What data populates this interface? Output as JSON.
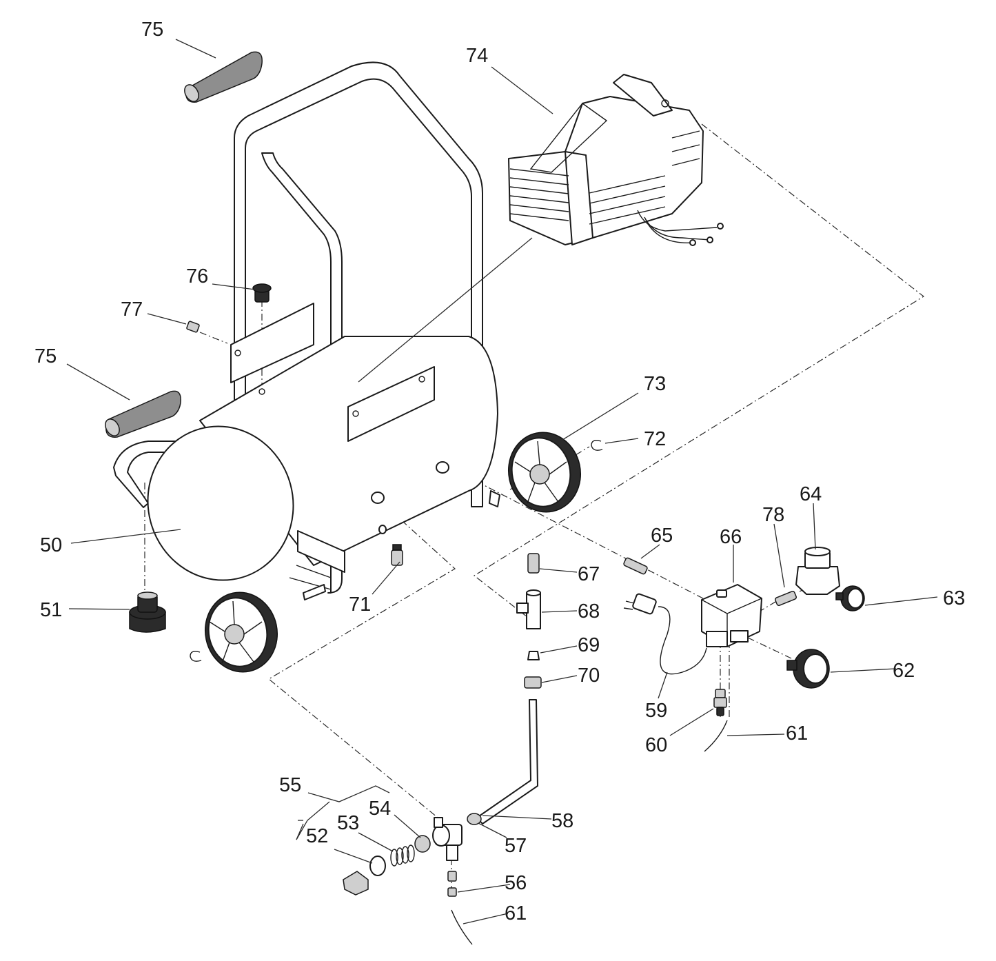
{
  "diagram": {
    "callouts": [
      {
        "id": "75a",
        "text": "75"
      },
      {
        "id": "74",
        "text": "74"
      },
      {
        "id": "76",
        "text": "76"
      },
      {
        "id": "77",
        "text": "77"
      },
      {
        "id": "75b",
        "text": "75"
      },
      {
        "id": "73",
        "text": "73"
      },
      {
        "id": "72",
        "text": "72"
      },
      {
        "id": "64",
        "text": "64"
      },
      {
        "id": "78",
        "text": "78"
      },
      {
        "id": "65",
        "text": "65"
      },
      {
        "id": "66",
        "text": "66"
      },
      {
        "id": "50",
        "text": "50"
      },
      {
        "id": "67",
        "text": "67"
      },
      {
        "id": "63",
        "text": "63"
      },
      {
        "id": "68",
        "text": "68"
      },
      {
        "id": "71",
        "text": "71"
      },
      {
        "id": "51",
        "text": "51"
      },
      {
        "id": "69",
        "text": "69"
      },
      {
        "id": "62",
        "text": "62"
      },
      {
        "id": "70",
        "text": "70"
      },
      {
        "id": "59",
        "text": "59"
      },
      {
        "id": "61a",
        "text": "61"
      },
      {
        "id": "60",
        "text": "60"
      },
      {
        "id": "55",
        "text": "55"
      },
      {
        "id": "54",
        "text": "54"
      },
      {
        "id": "58",
        "text": "58"
      },
      {
        "id": "53",
        "text": "53"
      },
      {
        "id": "52",
        "text": "52"
      },
      {
        "id": "57",
        "text": "57"
      },
      {
        "id": "56",
        "text": "56"
      },
      {
        "id": "61b",
        "text": "61"
      }
    ]
  }
}
